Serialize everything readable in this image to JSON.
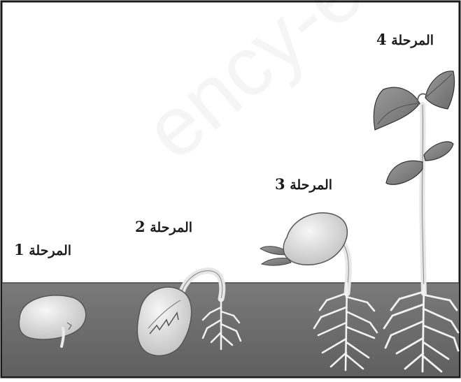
{
  "diagram": {
    "stages": [
      {
        "id": 1,
        "label": "المرحلة",
        "number": "1"
      },
      {
        "id": 2,
        "label": "المرحلة",
        "number": "2"
      },
      {
        "id": 3,
        "label": "المرحلة",
        "number": "3"
      },
      {
        "id": 4,
        "label": "المرحلة",
        "number": "4"
      }
    ],
    "colors": {
      "soil": "#6f6f6f",
      "seed": "#e4e4e4",
      "leaf": "#8a8a8a",
      "root": "#f2f2f2",
      "frame": "#1a1a1a"
    }
  }
}
